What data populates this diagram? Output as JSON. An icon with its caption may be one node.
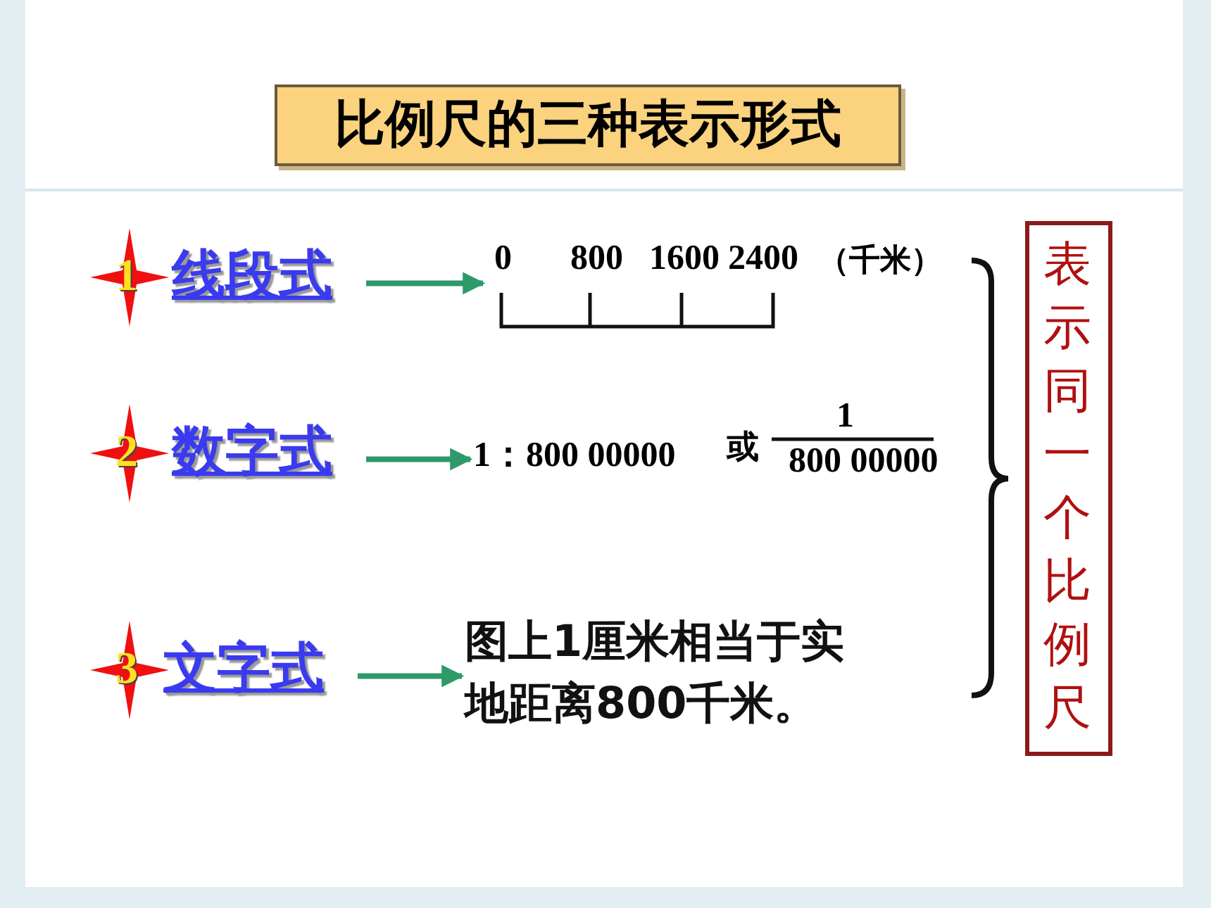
{
  "diagram": {
    "nodes": [
      {
        "text": [
          "比例尺的三种表示形式"
        ]
      },
      {
        "text": [
          "1"
        ]
      },
      {
        "text": [
          "线段式"
        ]
      },
      {
        "text": [
          "0",
          "800",
          "1600",
          "2400",
          "（千米）"
        ]
      },
      {
        "text": [
          "2"
        ]
      },
      {
        "text": [
          "数字式"
        ]
      },
      {
        "text": [
          "1：800 00000",
          "或",
          "1",
          "800 00000"
        ]
      },
      {
        "text": [
          "3"
        ]
      },
      {
        "text": [
          "文字式"
        ]
      },
      {
        "text": [
          "图上1厘米相当于实地距离800千米。"
        ]
      },
      {
        "text": [
          "表示同一个比例尺"
        ]
      }
    ],
    "edges": [
      {
        "from": 2,
        "to": 3,
        "arrow": "to"
      },
      {
        "from": 5,
        "to": 6,
        "arrow": "to"
      },
      {
        "from": 8,
        "to": 9,
        "arrow": "to"
      }
    ]
  }
}
